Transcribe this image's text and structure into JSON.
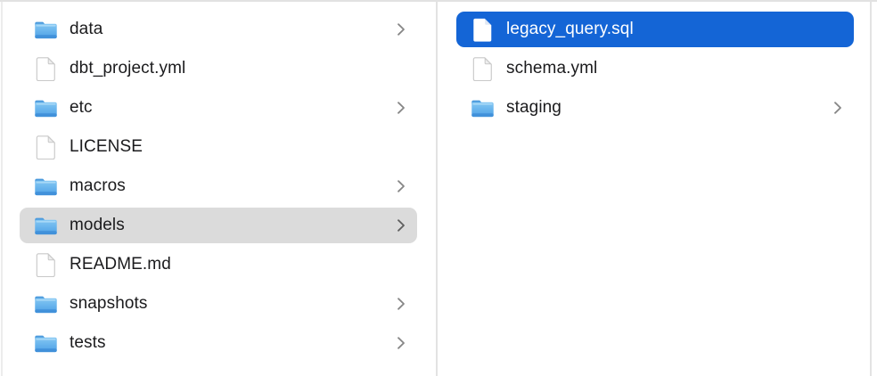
{
  "app": {
    "name": "Finder column browser",
    "view": "column-view"
  },
  "colors": {
    "selection_blue": "#1465d6",
    "selection_gray": "#dbdbdb",
    "folder_blue_top": "#84c7f3",
    "folder_blue_bottom": "#4d9de4",
    "divider_gray": "#e3e3e3",
    "text_color": "#1b1b1d",
    "selected_text_color": "#ffffff",
    "chevron_gray": "#868686"
  },
  "left_column": {
    "items": [
      {
        "label": "data",
        "type": "folder",
        "has_chevron": true,
        "selected": false
      },
      {
        "label": "dbt_project.yml",
        "type": "file",
        "has_chevron": false,
        "selected": false
      },
      {
        "label": "etc",
        "type": "folder",
        "has_chevron": true,
        "selected": false
      },
      {
        "label": "LICENSE",
        "type": "file",
        "has_chevron": false,
        "selected": false
      },
      {
        "label": "macros",
        "type": "folder",
        "has_chevron": true,
        "selected": false
      },
      {
        "label": "models",
        "type": "folder",
        "has_chevron": true,
        "selected": true
      },
      {
        "label": "README.md",
        "type": "file",
        "has_chevron": false,
        "selected": false
      },
      {
        "label": "snapshots",
        "type": "folder",
        "has_chevron": true,
        "selected": false
      },
      {
        "label": "tests",
        "type": "folder",
        "has_chevron": true,
        "selected": false
      }
    ]
  },
  "right_column": {
    "items": [
      {
        "label": "legacy_query.sql",
        "type": "file",
        "has_chevron": false,
        "selected": true
      },
      {
        "label": "schema.yml",
        "type": "file",
        "has_chevron": false,
        "selected": false
      },
      {
        "label": "staging",
        "type": "folder",
        "has_chevron": true,
        "selected": false
      }
    ]
  }
}
